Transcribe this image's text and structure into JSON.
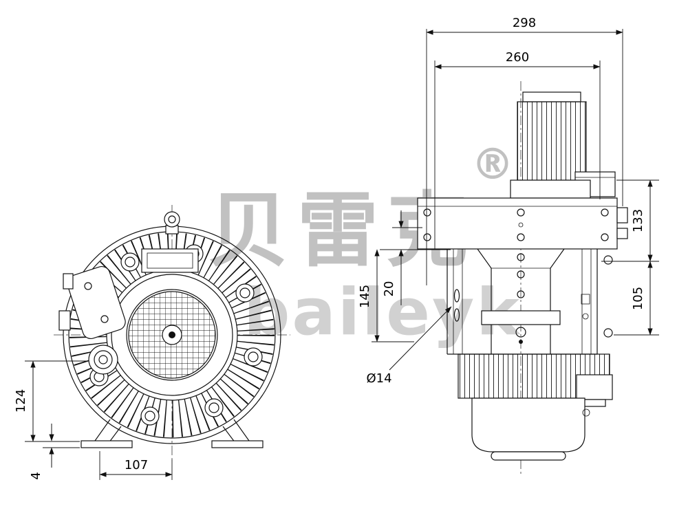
{
  "watermark": {
    "cn": "贝雷克",
    "reg": "®",
    "en": "baileyk"
  },
  "front_view": {
    "dim_height": "124",
    "dim_foot": "4",
    "dim_feet_spacing": "107"
  },
  "side_view": {
    "dim_overall_width": "298",
    "dim_flange_width": "260",
    "dim_upper_height": "133",
    "dim_lower_height": "105",
    "dim_body_height": "145",
    "dim_offset": "20",
    "dim_hole": "Ø14"
  }
}
